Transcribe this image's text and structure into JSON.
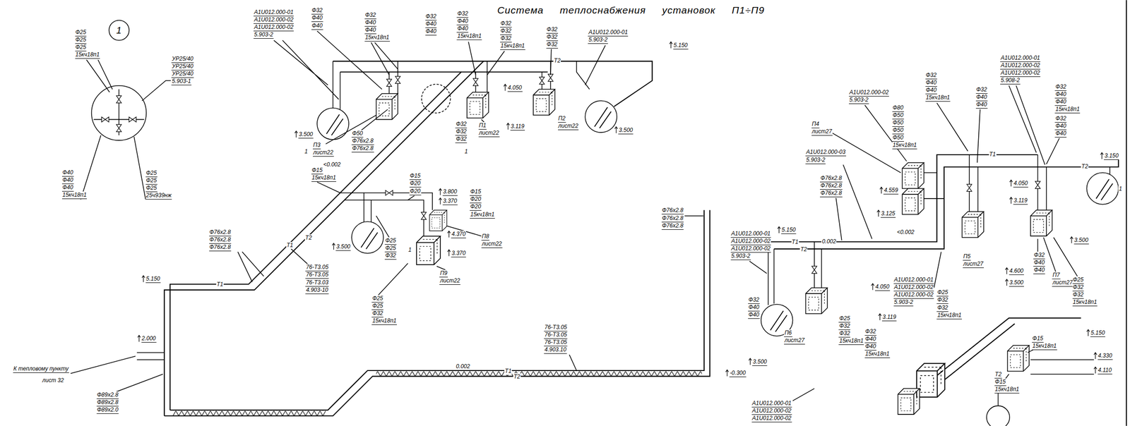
{
  "diagram": {
    "title": "Система теплоснабжения установок П1÷П9",
    "nodes": [
      {
        "text": [
          "1"
        ]
      }
    ],
    "labels": [
      "Ф25",
      "Ф25",
      "Ф25",
      "15кч18п1",
      "УР25/40",
      "УР25/40",
      "УР25/40",
      "5.903-1",
      "Ф40",
      "Ф40",
      "Ф40",
      "15кч18п1",
      "Ф25",
      "Ф25",
      "Ф25",
      "25ч939нж",
      "А1U012.000-01",
      "А1U012.000-02",
      "А1U012.000-02",
      "5.903-2",
      "Ф32",
      "Ф40",
      "Ф40",
      "Ф32",
      "Ф40",
      "Ф40",
      "15кч18п1",
      "Ф32",
      "Ф40",
      "Ф40",
      "Ф32",
      "Ф40",
      "Ф40",
      "15кч18п1",
      "Ф32",
      "Ф32",
      "Ф32",
      "15кч18п1",
      "Ф32",
      "Ф32",
      "Ф32",
      "А1U012.000-01",
      "5.903-2",
      "5.150",
      "4.050",
      "3.119",
      "3.500",
      "3.500",
      "1",
      "П3",
      "лист22",
      "Ф50",
      "Ф76х2.8",
      "Ф76х2.8",
      "П1",
      "лист22",
      "П2",
      "лист22",
      "Ф32",
      "Ф32",
      "Ф32",
      "Ф15",
      "15кч18п1",
      "Ф15",
      "Ф20",
      "Ф20",
      "3.800",
      "3.370",
      "Ф15",
      "Ф20",
      "Ф20",
      "15кч18п1",
      "4.370",
      "3.370",
      "П8",
      "лист22",
      "П9",
      "лист22",
      "<0.002",
      "3.500",
      "1",
      "Ф25",
      "Ф25",
      "Ф32",
      "Ф25",
      "Ф25",
      "Ф32",
      "15кч18п1",
      "Ф76х2.8",
      "Ф76х2.8",
      "Ф76х2.8",
      "76-Т3.05",
      "76-Т3.05",
      "76-Т3.03",
      "4.903-10",
      "5.150",
      "2.000",
      "К тепловому пункту",
      "лист 32",
      "Ф89х2.8",
      "Ф89х2.8",
      "Ф89х2.0",
      "0.002",
      "76-Т3.05",
      "76-Т3.05",
      "76-Т3.05",
      "4.903.10",
      "Ф76х2.8",
      "Ф76х2.8",
      "Ф76х2.8",
      "1",
      "Т2",
      "Т1",
      "Т2",
      "Т1",
      "Т1",
      "Т2",
      "А1U012.000-01",
      "А1U012.000-02",
      "А1U012.000-02",
      "5.908-2",
      "А1U012.000-02",
      "5.903-2",
      "Ф32",
      "Ф40",
      "Ф40",
      "15кч18п1",
      "Ф32",
      "Ф40",
      "Ф40",
      "Ф80",
      "Ф50",
      "Ф50",
      "Ф50",
      "Ф50",
      "15кч18п1",
      "Ф32",
      "Ф40",
      "Ф40",
      "15кч18п1",
      "Ф32",
      "Ф40",
      "Ф40",
      "3.150",
      "П4",
      "лист27",
      "А1U012.000-03",
      "5.903-2",
      "Ф76х2.8",
      "Ф76х2.8",
      "Ф76х2.8",
      "4.559",
      "3.125",
      "4.050",
      "3.119",
      "5.150",
      "А1U012.000-01",
      "А1U012.000-02",
      "А1U012.000-02",
      "5.903-2",
      "0.002",
      "<0.002",
      "4.600",
      "3.500",
      "П5",
      "лист27",
      "3.500",
      "Ф32",
      "Ф40",
      "Ф40",
      "П7",
      "лист27",
      "Ф25",
      "Ф32",
      "Ф32",
      "15кч18п1",
      "1",
      "А1U012.000-01",
      "А1U012.000-02",
      "А1U012.000-02",
      "5.903-2",
      "Ф25",
      "Ф32",
      "Ф32",
      "15кч18п1",
      "4.050",
      "3.119",
      "Ф32",
      "Ф40",
      "Ф40",
      "П6",
      "лист27",
      "Ф25",
      "Ф32",
      "Ф32",
      "15кч18п1",
      "Ф32",
      "Ф40",
      "Ф40",
      "15кч18п1",
      "5.150",
      "4.330",
      "4.110",
      "Ф15",
      "15кч18п1",
      "Т2",
      "Ф15",
      "15кч18п1",
      "3.500",
      "-0.300",
      "А1U012.000-01",
      "А1U012.000-02",
      "А1U012.000-02",
      "Т2",
      "Т1",
      "Т1",
      "Т2"
    ]
  }
}
